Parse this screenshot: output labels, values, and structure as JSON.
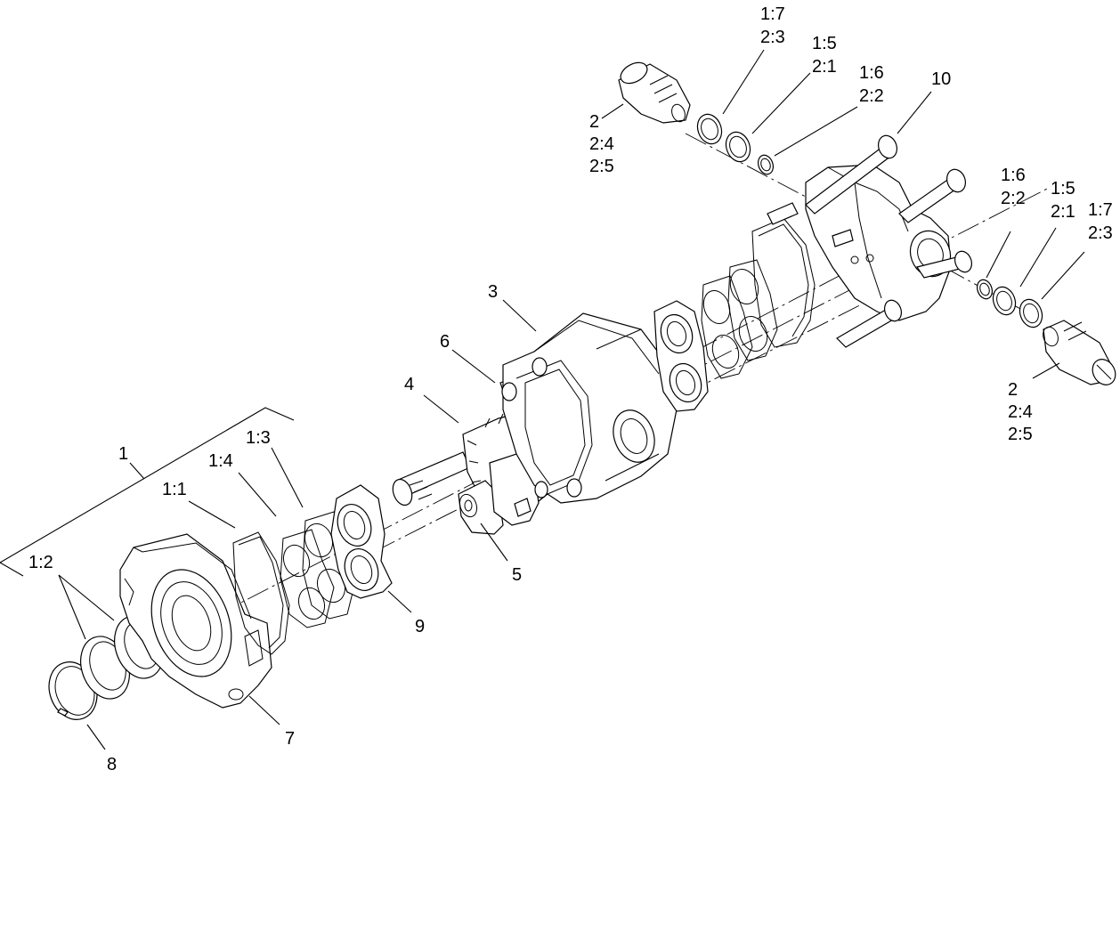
{
  "figure": {
    "style": "exploded-parts-diagram",
    "stroke_color": "#000000",
    "background": "#ffffff"
  },
  "callouts": {
    "c1": "1",
    "c1_1": "1:1",
    "c1_2": "1:2",
    "c1_3": "1:3",
    "c1_4": "1:4",
    "c2_left": [
      "2",
      "2:4",
      "2:5"
    ],
    "c2_right": [
      "2",
      "2:4",
      "2:5"
    ],
    "c3": "3",
    "c4": "4",
    "c5": "5",
    "c6": "6",
    "c7": "7",
    "c8": "8",
    "c9": "9",
    "c10": "10",
    "top_17_23": [
      "1:7",
      "2:3"
    ],
    "top_15_21": [
      "1:5",
      "2:1"
    ],
    "top_16_22": [
      "1:6",
      "2:2"
    ],
    "right_16_22": [
      "1:6",
      "2:2"
    ],
    "right_15_21": [
      "1:5",
      "2:1"
    ],
    "right_17_23": [
      "1:7",
      "2:3"
    ]
  }
}
